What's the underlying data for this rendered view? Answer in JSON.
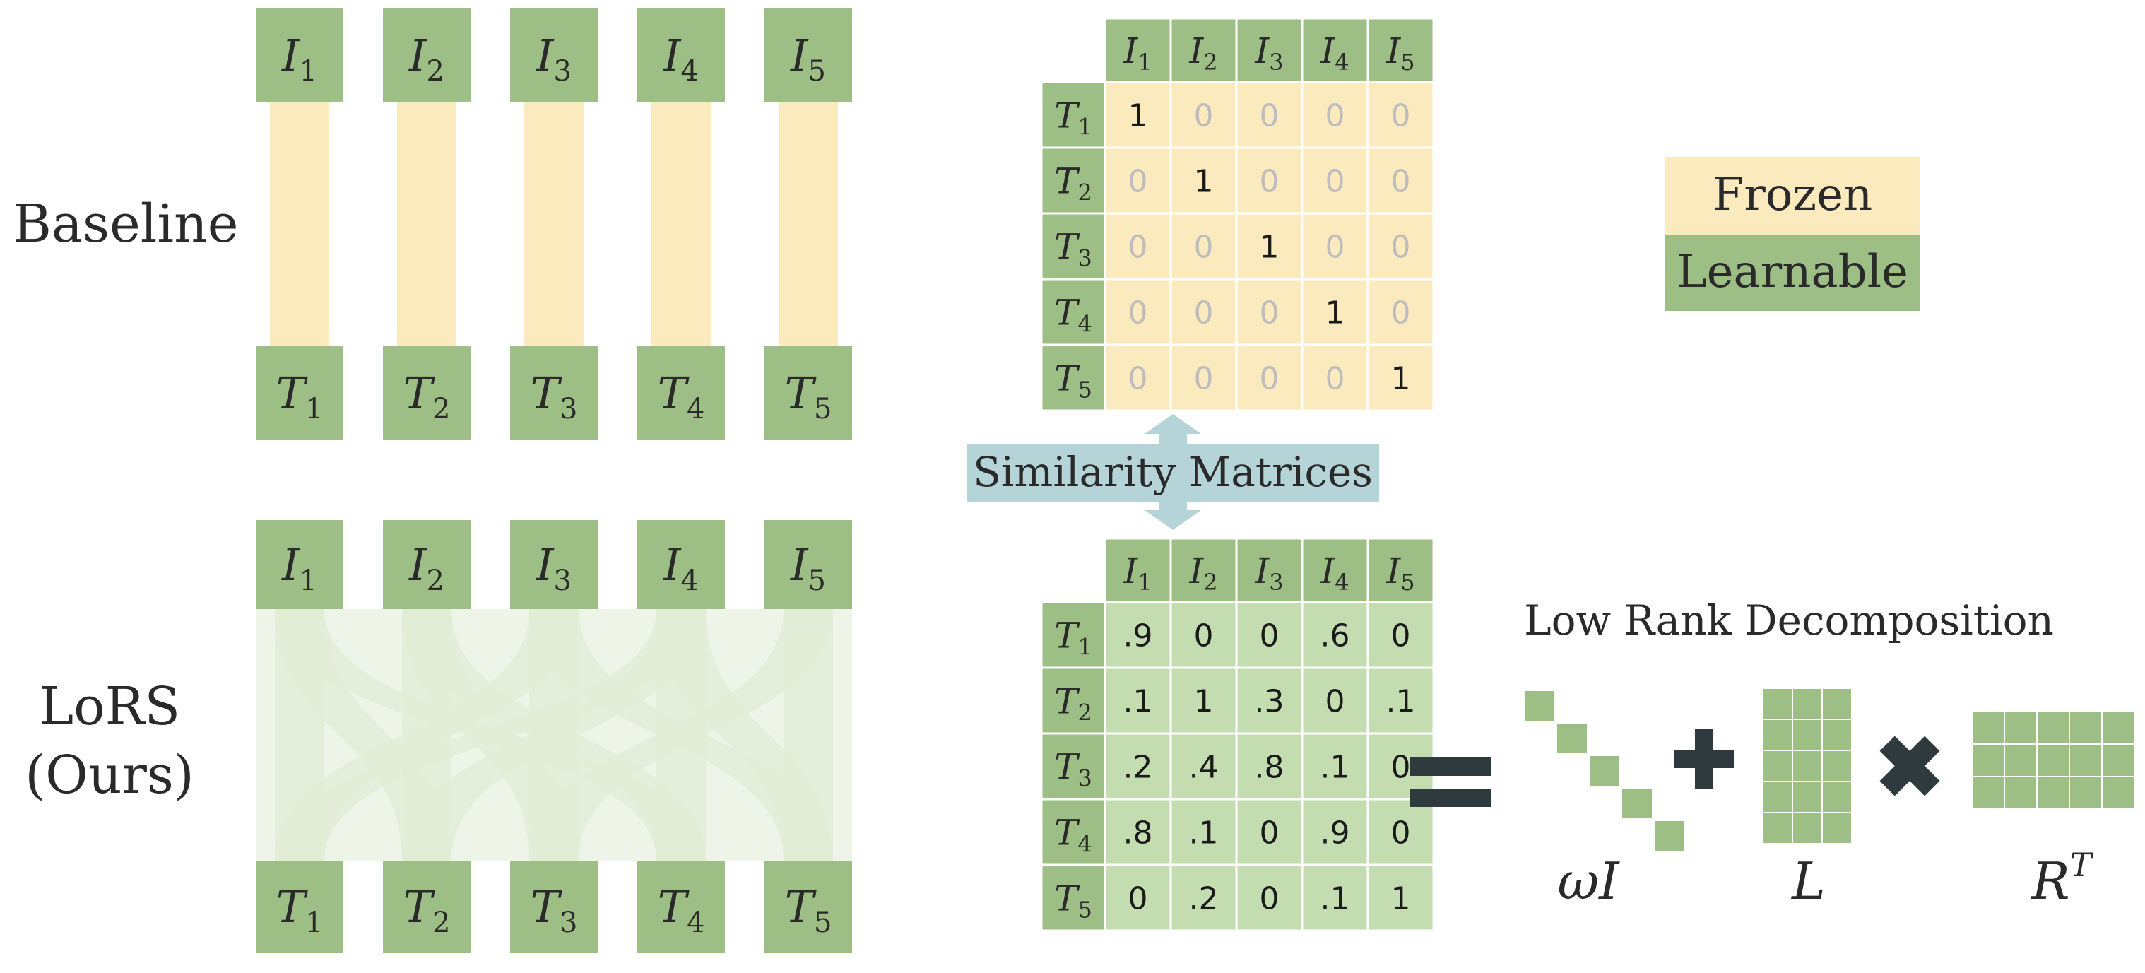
{
  "colors": {
    "frozen": "#FCEABF",
    "learnable": "#9DBE85",
    "learnable_light": "#C3DDB0",
    "band": "#E2ECD6",
    "dark": "#2E3A3E",
    "similarity_box": "#B4D4D8",
    "zero_gray": "#BDBDBD"
  },
  "rows": {
    "baseline_label": "Baseline",
    "lors_label_line1": "LoRS",
    "lors_label_line2": "(Ours)"
  },
  "nodes": {
    "images": [
      {
        "base": "I",
        "sub": "1"
      },
      {
        "base": "I",
        "sub": "2"
      },
      {
        "base": "I",
        "sub": "3"
      },
      {
        "base": "I",
        "sub": "4"
      },
      {
        "base": "I",
        "sub": "5"
      }
    ],
    "texts": [
      {
        "base": "T",
        "sub": "1"
      },
      {
        "base": "T",
        "sub": "2"
      },
      {
        "base": "T",
        "sub": "3"
      },
      {
        "base": "T",
        "sub": "4"
      },
      {
        "base": "T",
        "sub": "5"
      }
    ]
  },
  "similarity_label": "Similarity Matrices",
  "baseline_matrix": [
    [
      "1",
      "0",
      "0",
      "0",
      "0"
    ],
    [
      "0",
      "1",
      "0",
      "0",
      "0"
    ],
    [
      "0",
      "0",
      "1",
      "0",
      "0"
    ],
    [
      "0",
      "0",
      "0",
      "1",
      "0"
    ],
    [
      "0",
      "0",
      "0",
      "0",
      "1"
    ]
  ],
  "lors_matrix": [
    [
      ".9",
      "0",
      "0",
      ".6",
      "0"
    ],
    [
      ".1",
      "1",
      ".3",
      "0",
      ".1"
    ],
    [
      ".2",
      ".4",
      ".8",
      ".1",
      "0"
    ],
    [
      ".8",
      ".1",
      "0",
      ".9",
      "0"
    ],
    [
      "0",
      ".2",
      "0",
      ".1",
      "1"
    ]
  ],
  "legend": {
    "frozen": "Frozen",
    "learnable": "Learnable"
  },
  "decomposition": {
    "title": "Low Rank Decomposition",
    "omega_label": "ωI",
    "l_label": "L",
    "r_label_base": "R",
    "r_label_sup": "T"
  },
  "lors_connections": [
    [
      0,
      0
    ],
    [
      0,
      1
    ],
    [
      0,
      3
    ],
    [
      1,
      1
    ],
    [
      1,
      2
    ],
    [
      1,
      3
    ],
    [
      2,
      0
    ],
    [
      2,
      2
    ],
    [
      2,
      4
    ],
    [
      3,
      0
    ],
    [
      3,
      1
    ],
    [
      3,
      3
    ],
    [
      3,
      4
    ],
    [
      4,
      2
    ],
    [
      4,
      4
    ]
  ]
}
